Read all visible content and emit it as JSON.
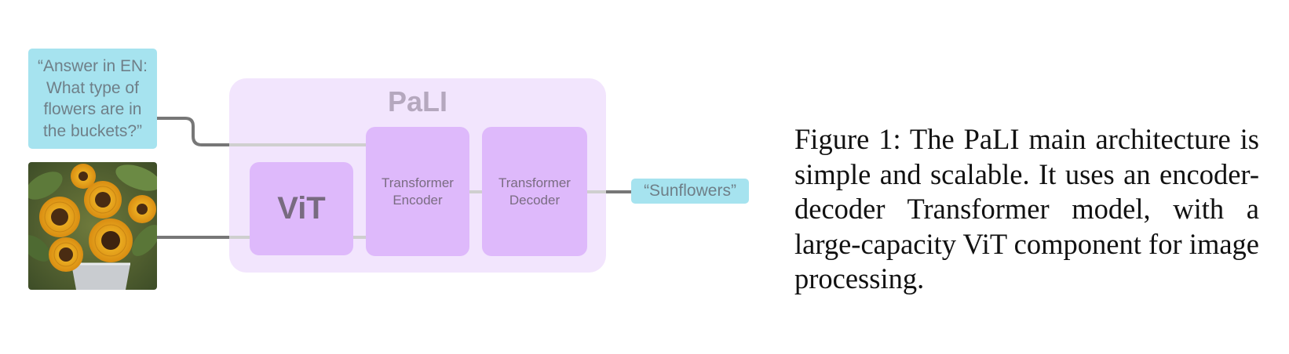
{
  "diagram": {
    "input_text": "“Answer in EN:\nWhat type of\nflowers are in\nthe buckets?”",
    "input_image_alt": "Sunflowers in buckets",
    "model_name": "PaLI",
    "vit_label": "ViT",
    "encoder_label": "Transformer\nEncoder",
    "decoder_label": "Transformer\nDecoder",
    "output_text": "“Sunflowers”",
    "colors": {
      "text_box": "#a6e3ef",
      "model_container": "#f2e5fd",
      "model_block": "#deb9fb",
      "connector_outer": "#777777",
      "connector_inner": "#cfcfcf"
    }
  },
  "caption": {
    "text": "Figure 1: The PaLI main architecture is simple and scalable.  It uses an encoder-decoder Transformer model, with a large-capacity ViT component for image processing."
  }
}
